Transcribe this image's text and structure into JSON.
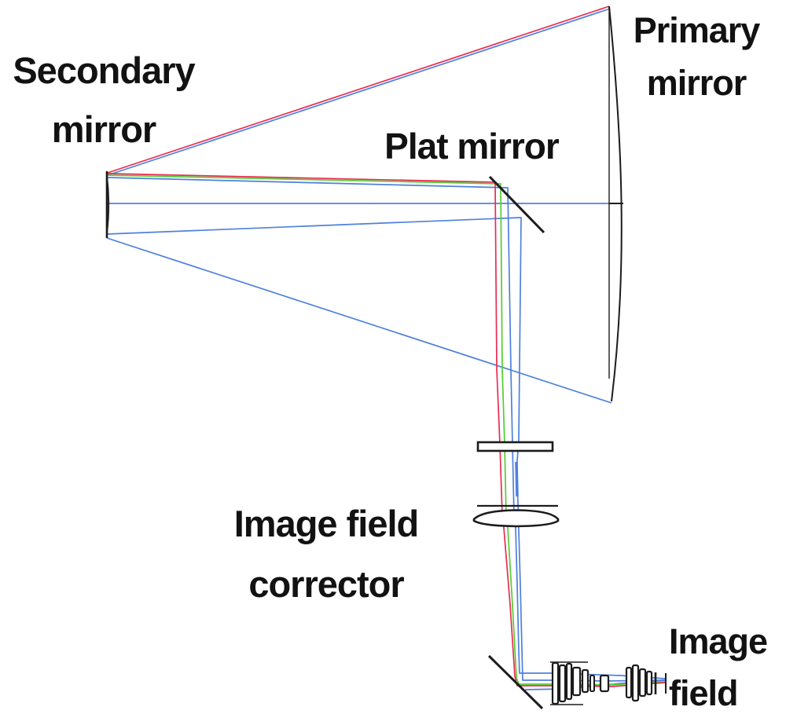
{
  "labels": {
    "secondary": {
      "line1": "Secondary",
      "line2": "mirror"
    },
    "primary": {
      "line1": "Primary",
      "line2": "mirror"
    },
    "plat": {
      "line1": "Plat mirror"
    },
    "corrector": {
      "line1": "Image field",
      "line2": "corrector"
    },
    "image_field": {
      "line1": "Image",
      "line2": "field"
    }
  },
  "colors": {
    "ray_red": "#e82d52",
    "ray_green": "#55cc33",
    "ray_blue": "#4f80dd",
    "outline": "#1c1c1c",
    "text": "#121212",
    "background": "#ffffff"
  },
  "components": [
    "secondary-mirror",
    "primary-mirror",
    "plat-mirror",
    "image-field-corrector",
    "fold-mirror",
    "relay-lens-assembly",
    "image-field-plane"
  ]
}
